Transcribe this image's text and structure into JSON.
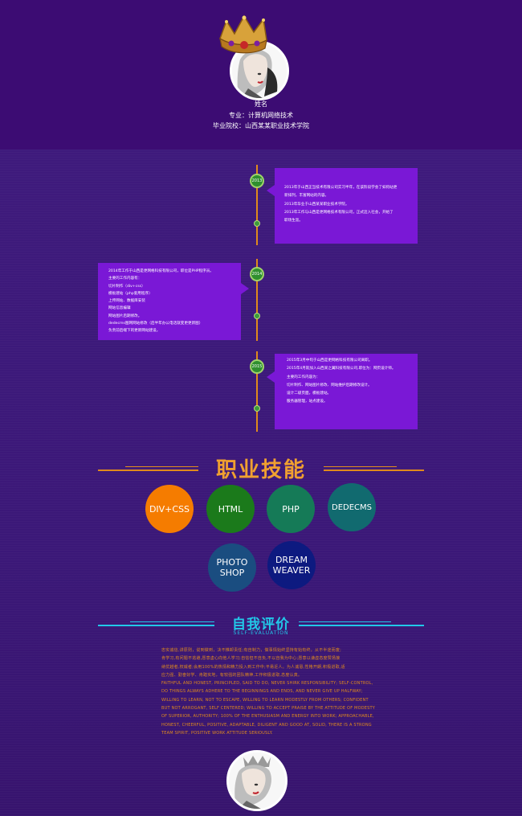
{
  "header": {
    "name_label": "姓名",
    "major": "专业：计算机网络技术",
    "school": "毕业院校：山西某某职业技术学院"
  },
  "timeline": [
    {
      "year": "2013",
      "side": "right",
      "lines": [
        "2013年于山西正当技术有限公司实习半年，在该阶段学会了如何站更",
        "新排列，丰富网站的内容。",
        "2013年毕业于山西某某职业技术学院。",
        "2013年工作与山西是更网格技术有限公司，正式迈入社会，开始了",
        "职场生涯。"
      ]
    },
    {
      "year": "2014",
      "side": "left",
      "lines": [
        "2014年工作于山西是更网格科技有限公司，职位是PHP程序员。",
        "主要的工作内容有：",
        "切片制作（div+css）",
        "模板建站（php套用程序）",
        "上传网站、数据库安装",
        "网站信息编辑",
        "网站图片后期修改。",
        "dedecms图网网站修改（后半年办公电话就变更更新图）",
        "负责前后端下的更新网站建设。"
      ]
    },
    {
      "year": "2015",
      "side": "right",
      "lines": [
        "2015年3月中旬于山西是更网格科技有限公司离职。",
        "2015年4月就加入山西某之翼科技有限公司,职位为：网页设计师。",
        "主要的工作内容为：",
        "切片制作、网站图片修改、网站维护后期修改设计。",
        "设计二级页面，模板建站。",
        "服务器管理，站点建设。"
      ]
    }
  ],
  "skills_section": {
    "title": "职业技能",
    "skills": [
      {
        "label": "DIV+CSS",
        "color": "#f57c00"
      },
      {
        "label": "HTML",
        "color": "#1b7a1b"
      },
      {
        "label": "PHP",
        "color": "#157a57"
      },
      {
        "label": "DEDECMS",
        "color": "#116a6f"
      },
      {
        "label": "PHOTO\nSHOP",
        "color": "#1a4d80"
      },
      {
        "label": "DREAM\nWEAVER",
        "color": "#0d1a80"
      }
    ]
  },
  "evaluation": {
    "title": "自我评价",
    "subtitle": "SELF-EVALUATION",
    "lines": [
      "忠实诚信,讲原则，说到做到，决不推卸责任;有自制力，做事情始终坚持有始有终，从不半途而废;",
      "肯学习,有问题不逃避,愿意虚心向他人学习;自信但不自负,不以自我为中心;愿意以谦虚态度赞扬接",
      "纳优越者,权威者;会用100%的热情和精力投入到工作中;平易近人。为人诚恳,性格开朗,积极进取,适",
      "应力强、勤奋好学、肯踏实地，有较强的团队精神,工作积极进取,态度认真。",
      "FAITHFUL AND HONEST, PRINCIPLED, SAID TO DO, NEVER SHIRK RESPONSIBILITY; SELF-CONTROL,",
      "DO THINGS ALWAYS ADHERE TO THE BEGINNINGS AND ENDS, AND NEVER GIVE UP HALFWAY;",
      "WILLING TO LEARN, NOT TO ESCAPE, WILLING TO LEARN MODESTLY FROM OTHERS; CONFIDENT",
      "BUT NOT ARROGANT, SELF CENTERED; WILLING TO ACCEPT PRAISE BY THE ATTITUDE OF MODESTY",
      "OF SUPERIOR, AUTHORITY; 100% OF THE ENTHUSIASM AND ENERGY INTO WORK; APPROACHABLE,",
      "HONEST, CHEERFUL, POSITIVE, ADAPTABLE, DILIGENT AND GOOD AT, SOLID, THERE IS A STRONG",
      "TEAM SPIRIT, POSITIVE WORK ATTITUDE SERIOUSLY."
    ]
  },
  "colors": {
    "header_bg": "#3c0c73",
    "card_bg": "#7a18d6",
    "accent_orange": "#e08a1d",
    "accent_cyan": "#22c8e8"
  }
}
